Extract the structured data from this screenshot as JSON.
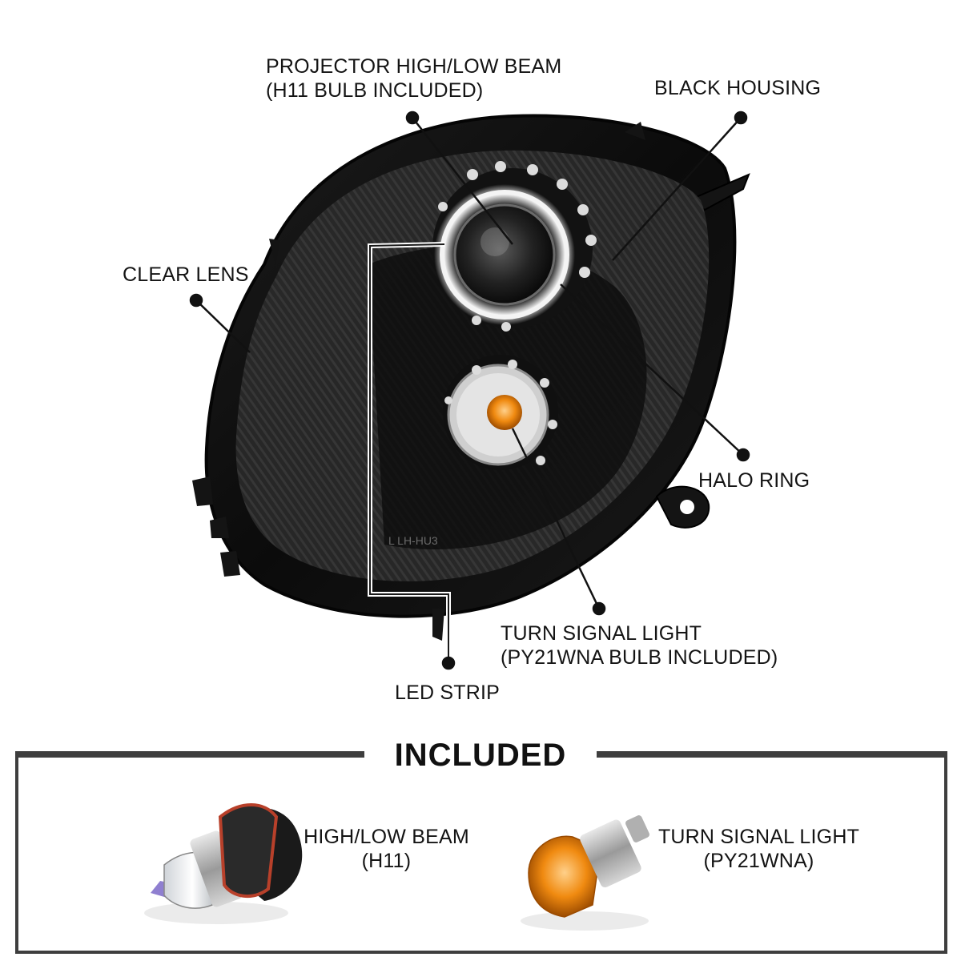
{
  "callouts": {
    "projector": {
      "line1": "PROJECTOR HIGH/LOW BEAM",
      "line2": "(H11 BULB INCLUDED)"
    },
    "black_housing": "BLACK HOUSING",
    "clear_lens": "CLEAR LENS",
    "halo_ring": "HALO RING",
    "turn_signal": {
      "line1": "TURN SIGNAL LIGHT",
      "line2": "(PY21WNA BULB INCLUDED)"
    },
    "led_strip": "LED STRIP"
  },
  "lens_stamp": "L  LH-HU3",
  "included": {
    "title": "INCLUDED",
    "items": [
      {
        "line1": "HIGH/LOW BEAM",
        "line2": "(H11)",
        "icon": "h11-bulb-icon"
      },
      {
        "line1": "TURN SIGNAL LIGHT",
        "line2": "(PY21WNA)",
        "icon": "py21wna-bulb-icon"
      }
    ]
  },
  "colors": {
    "housing": "#0c0c0c",
    "halo": "#ffffff",
    "amber": "#f08a10",
    "frame": "#3e3e3e"
  }
}
